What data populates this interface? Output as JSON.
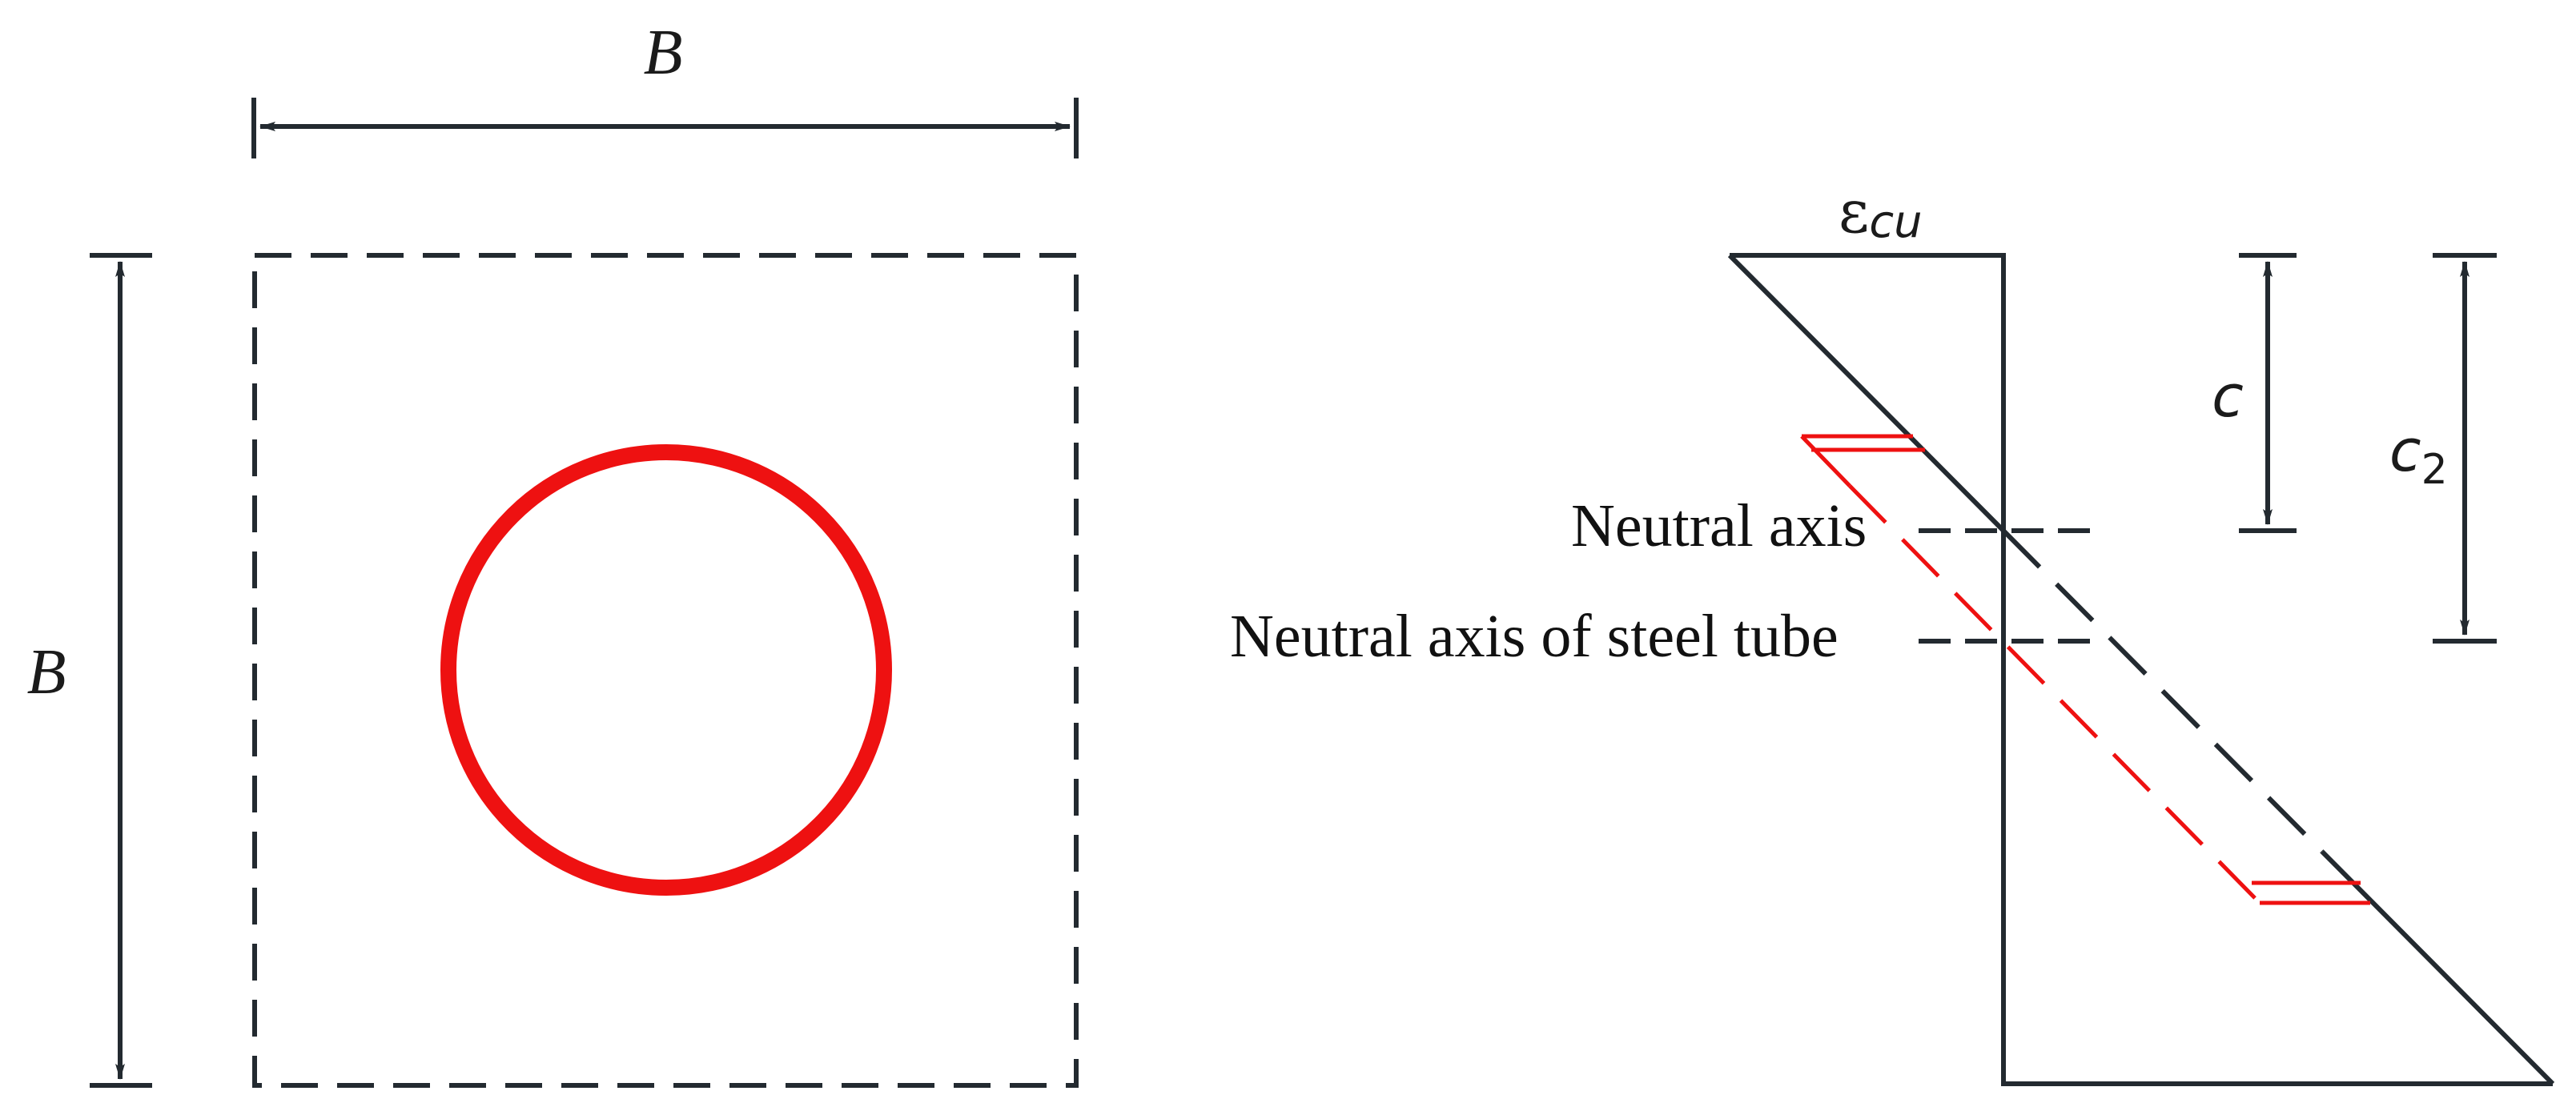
{
  "labels": {
    "width_dim": "B",
    "height_dim": "B",
    "strain_label": "ε",
    "strain_subscript": "cu",
    "depth_c": "c",
    "depth_c2_base": "c",
    "depth_c2_subscript": "2",
    "neutral_axis": "Neutral axis",
    "neutral_axis_steel": "Neutral axis of steel tube"
  },
  "colors": {
    "line": "#232a30",
    "steel_tube": "#ee1111",
    "background": "#ffffff"
  }
}
